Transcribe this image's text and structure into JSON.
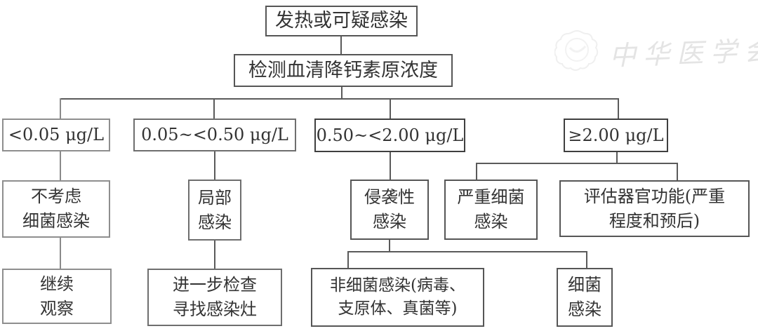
{
  "watermark": {
    "text": "中华医学会"
  },
  "nodes": {
    "fever": {
      "label": "发热或可疑感染"
    },
    "test": {
      "label": "检测血清降钙素原浓度"
    },
    "pct_lt_005": {
      "label": "<0.05 μg/L"
    },
    "pct_005_050": {
      "label": "0.05~<0.50 μg/L"
    },
    "pct_050_200": {
      "label": "0.50~<2.00 μg/L"
    },
    "pct_ge_200": {
      "label": "≥2.00 μg/L"
    },
    "no_bacterial": {
      "label": "不考虑\n细菌感染"
    },
    "local_infection": {
      "label": "局部\n感染"
    },
    "invasive_infection": {
      "label": "侵袭性\n感染"
    },
    "severe_bacterial": {
      "label": "严重细菌\n感染"
    },
    "assess_organ": {
      "label": "评估器官功能(严重\n程度和预后)"
    },
    "continue_observe": {
      "label": "继续\n观察"
    },
    "further_exam": {
      "label": "进一步检查\n寻找感染灶"
    },
    "non_bacterial": {
      "label": "非细菌感染(病毒、\n支原体、真菌等)"
    },
    "bacterial": {
      "label": "细菌\n感染"
    }
  },
  "colors": {
    "line": "#5a5a5a",
    "box_border": "#565656",
    "text": "#333333",
    "watermark": "#e4e4e4"
  }
}
